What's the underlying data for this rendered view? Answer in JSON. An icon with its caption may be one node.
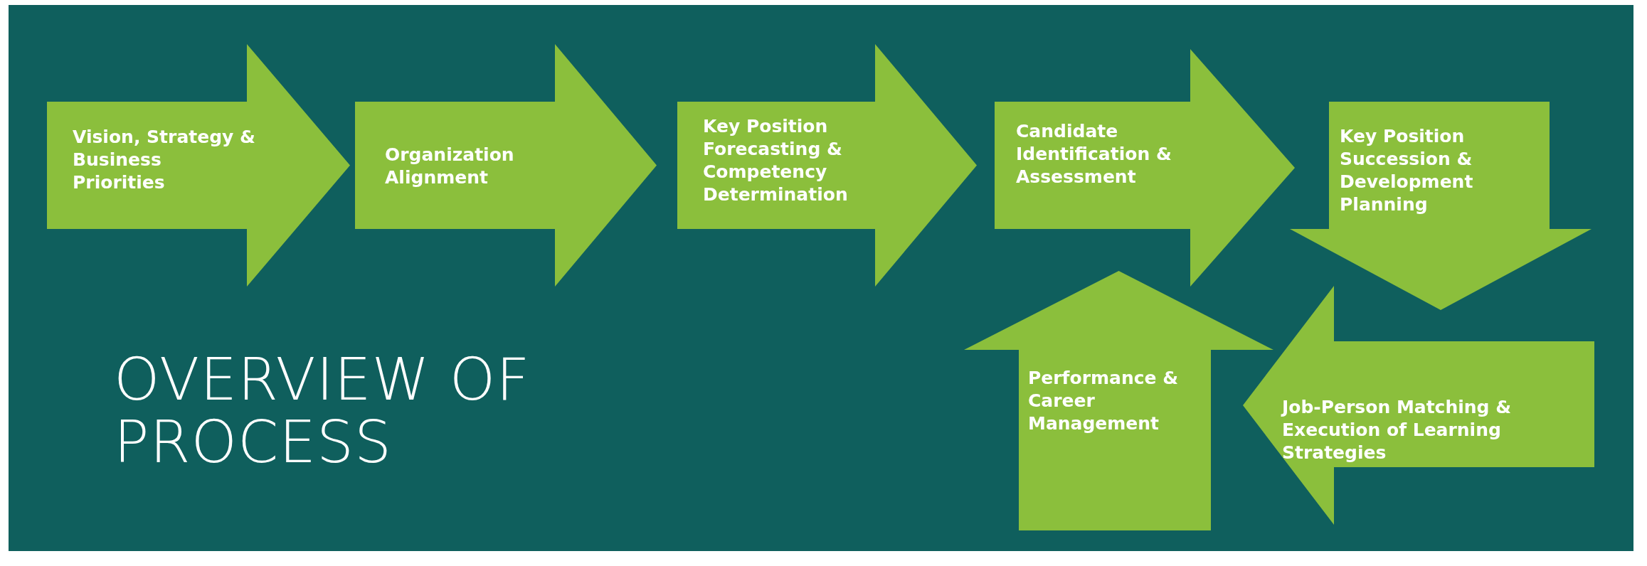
{
  "diagram": {
    "title": "OVERVIEW OF PROCESS",
    "nodes": [
      {
        "text": [
          "Vision, Strategy & Business Priorities"
        ]
      },
      {
        "text": [
          "Organization Alignment"
        ]
      },
      {
        "text": [
          "Key Position Forecasting & Competency Determination"
        ]
      },
      {
        "text": [
          "Candidate Identification & Assessment"
        ]
      },
      {
        "text": [
          "Key Position Succession & Development Planning"
        ]
      },
      {
        "text": [
          "Job-Person Matching & Execution of Learning Strategies"
        ]
      },
      {
        "text": [
          "Performance & Career Management"
        ]
      }
    ]
  }
}
